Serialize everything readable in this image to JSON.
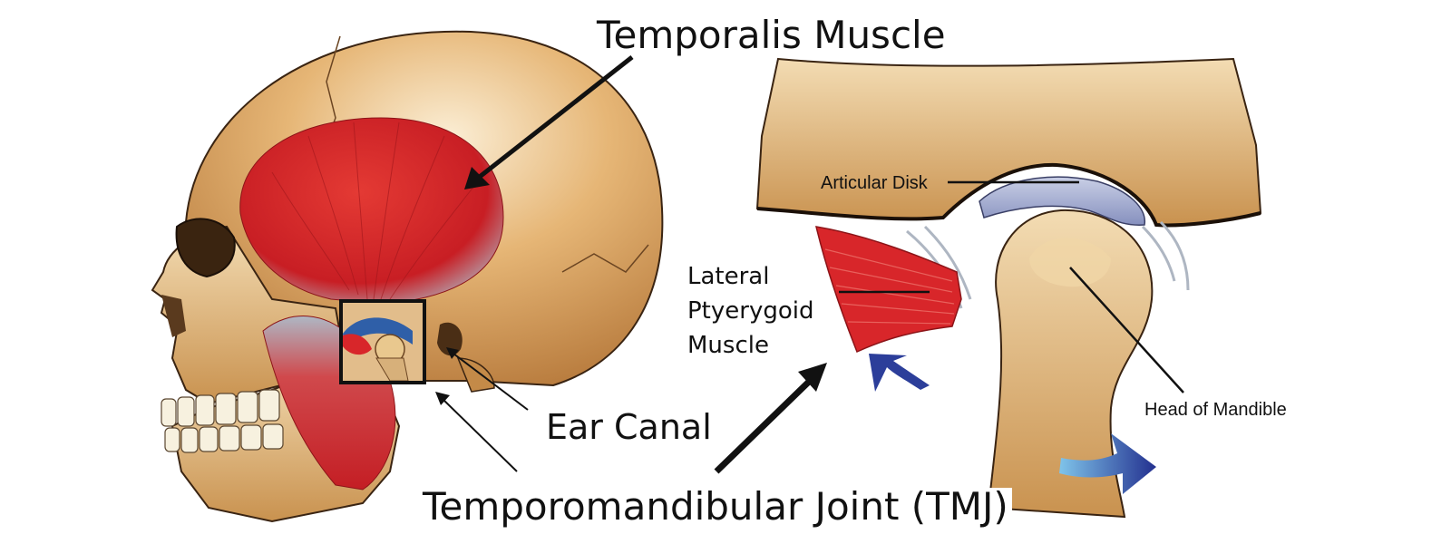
{
  "labels": {
    "temporalis": "Temporalis Muscle",
    "articular_disk": "Articular Disk",
    "lateral_pterygoid": [
      "Lateral",
      "Ptyerygoid",
      "Muscle"
    ],
    "head_of_mandible": "Head of Mandible",
    "ear_canal": "Ear Canal",
    "tmj": "Temporomandibular Joint (TMJ)"
  },
  "colors": {
    "bone": "#d9a565",
    "bone_shadow": "#a9733a",
    "muscle": "#d8262a",
    "disk": "#9aa3cc",
    "arrow_blue": "#2c3e9a"
  }
}
